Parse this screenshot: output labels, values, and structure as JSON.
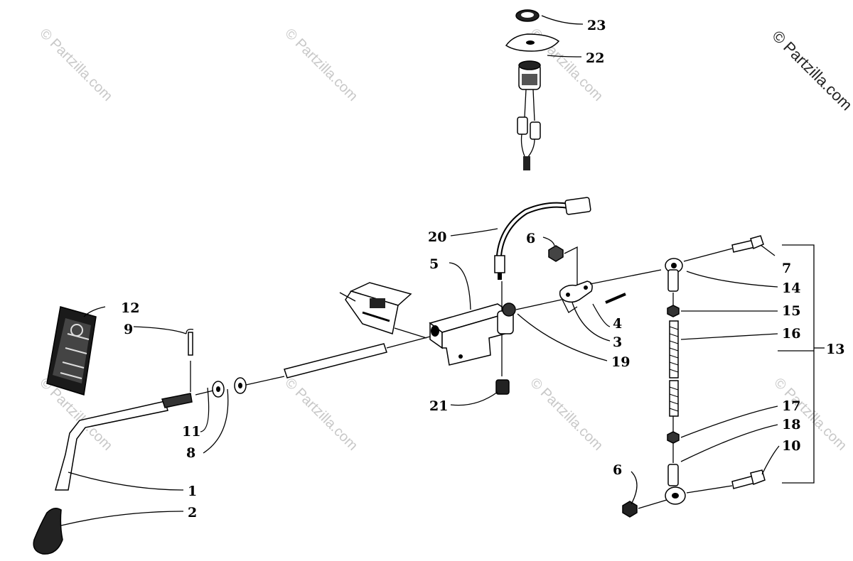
{
  "diagram": {
    "watermark_text": "© Partzilla.com",
    "corner_watermark_text": "© Partzilla.com",
    "callouts": {
      "c1": "1",
      "c2": "2",
      "c3": "3",
      "c4": "4",
      "c5": "5",
      "c6a": "6",
      "c6b": "6",
      "c7": "7",
      "c8": "8",
      "c9": "9",
      "c10": "10",
      "c11": "11",
      "c12": "12",
      "c13": "13",
      "c14": "14",
      "c15": "15",
      "c16": "16",
      "c17": "17",
      "c18": "18",
      "c19": "19",
      "c20": "20",
      "c21": "21",
      "c22": "22",
      "c23": "23"
    }
  }
}
